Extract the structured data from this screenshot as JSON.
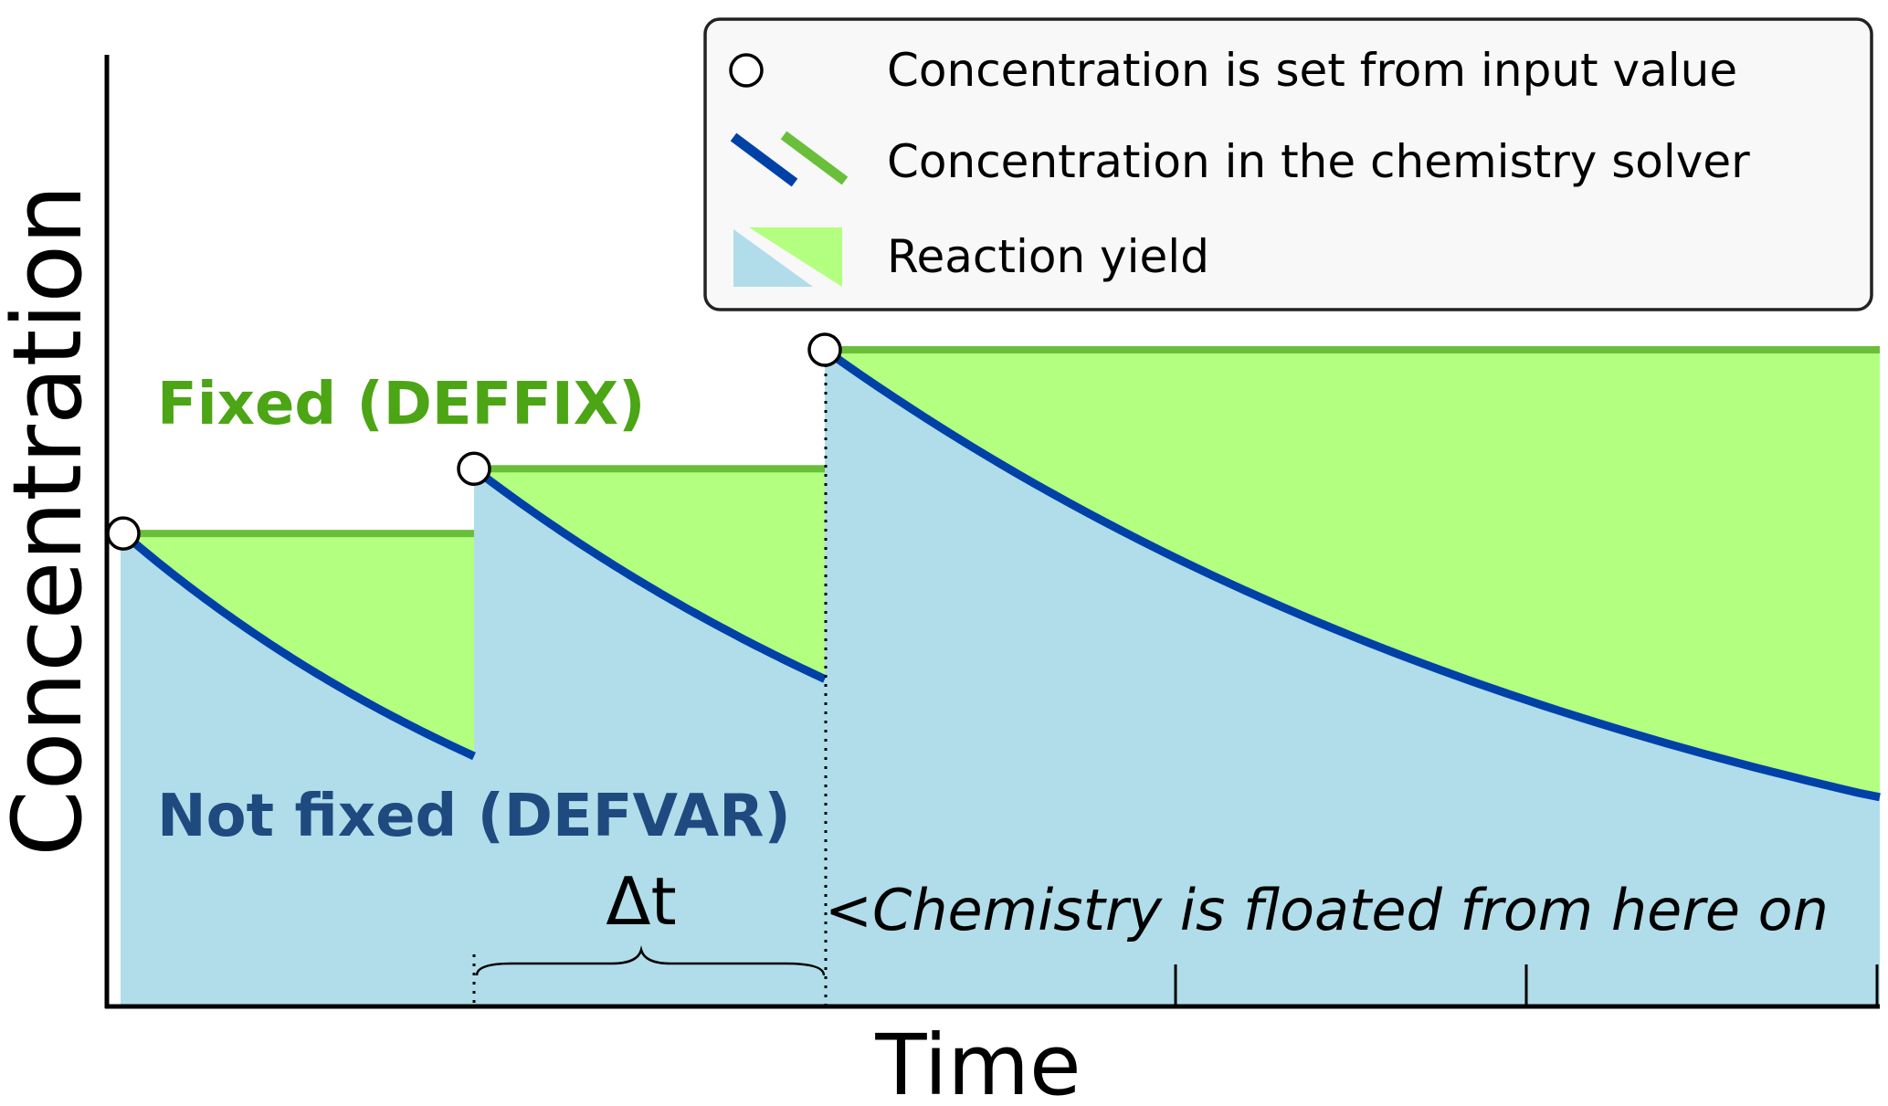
{
  "chart_data": {
    "type": "area",
    "title": "",
    "xlabel": "Time",
    "ylabel": "Concentration",
    "xlim": [
      0,
      5
    ],
    "ylim": [
      0,
      100
    ],
    "ticks_x": [
      3,
      4,
      5
    ],
    "segments": [
      {
        "t_start": 0,
        "t_end": 1,
        "fixed_value": 49.7,
        "solver_start": 49.7,
        "solver_end": 26.3
      },
      {
        "t_start": 1,
        "t_end": 2,
        "fixed_value": 56.5,
        "solver_start": 56.5,
        "solver_end": 34.4
      },
      {
        "t_start": 2,
        "t_end": 5,
        "fixed_value": 69.0,
        "solver_start": 69.0,
        "solver_end": 22.0
      }
    ],
    "annotations": {
      "fixed": "Fixed (DEFFIX)",
      "not_fixed": "Not fixed (DEFVAR)",
      "delta_t": "Δt",
      "floated": "<Chemistry is floated from here on"
    },
    "legend": {
      "placement": "top-right",
      "items": [
        "Concentration is set from input value",
        "Concentration in the chemistry solver",
        "Reaction yield"
      ]
    },
    "colors": {
      "yield_blue": "#b0dde9",
      "yield_green": "#b3ff80",
      "solver_blue": "#0041a8",
      "solver_green": "#6abf3a",
      "fixed_text": "#4ca514",
      "not_fixed_text": "#1f4a80"
    }
  }
}
